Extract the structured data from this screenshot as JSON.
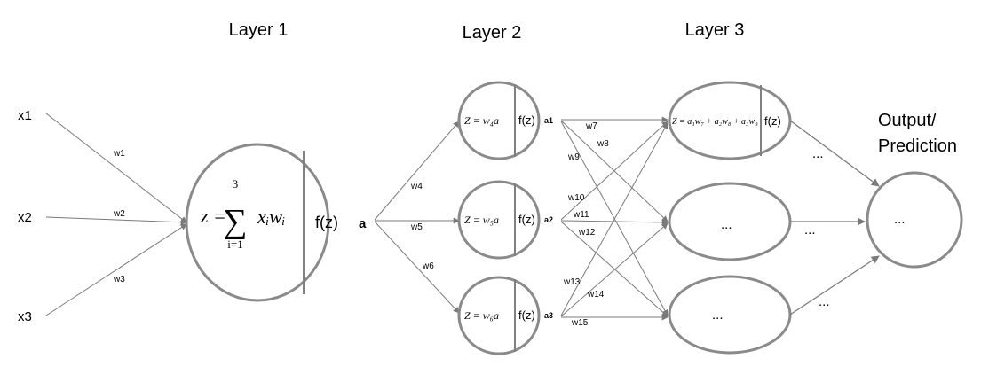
{
  "layers": {
    "layer1": "Layer 1",
    "layer2": "Layer 2",
    "layer3": "Layer 3"
  },
  "output": {
    "line1": "Output/",
    "line2": "Prediction"
  },
  "inputs": {
    "x1": "x1",
    "x2": "x2",
    "x3": "x3"
  },
  "weights": {
    "w1": "w1",
    "w2": "w2",
    "w3": "w3",
    "w4": "w4",
    "w5": "w5",
    "w6": "w6",
    "w7": "w7",
    "w8": "w8",
    "w9": "w9",
    "w10": "w10",
    "w11": "w11",
    "w12": "w12",
    "w13": "w13",
    "w14": "w14",
    "w15": "w15"
  },
  "activations": {
    "a": "a",
    "a1": "a1",
    "a2": "a2",
    "a3": "a3"
  },
  "fz": "f(z)",
  "ellipsis": "...",
  "formulas": {
    "layer1": {
      "lhs": "z =",
      "sum": "∑",
      "upper": "3",
      "lower": "i=1",
      "term": "xᵢwᵢ"
    },
    "layer2_n1": "Z = w₄a",
    "layer2_n2": "Z = w₅a",
    "layer2_n3": "Z = w₆a",
    "layer3_n1": "Z = a₁w₇ + a₂w₈ + a₃w₉"
  },
  "colors": {
    "stroke": "#8a8a8a",
    "edge": "#7a7a7a",
    "text": "#000000"
  }
}
